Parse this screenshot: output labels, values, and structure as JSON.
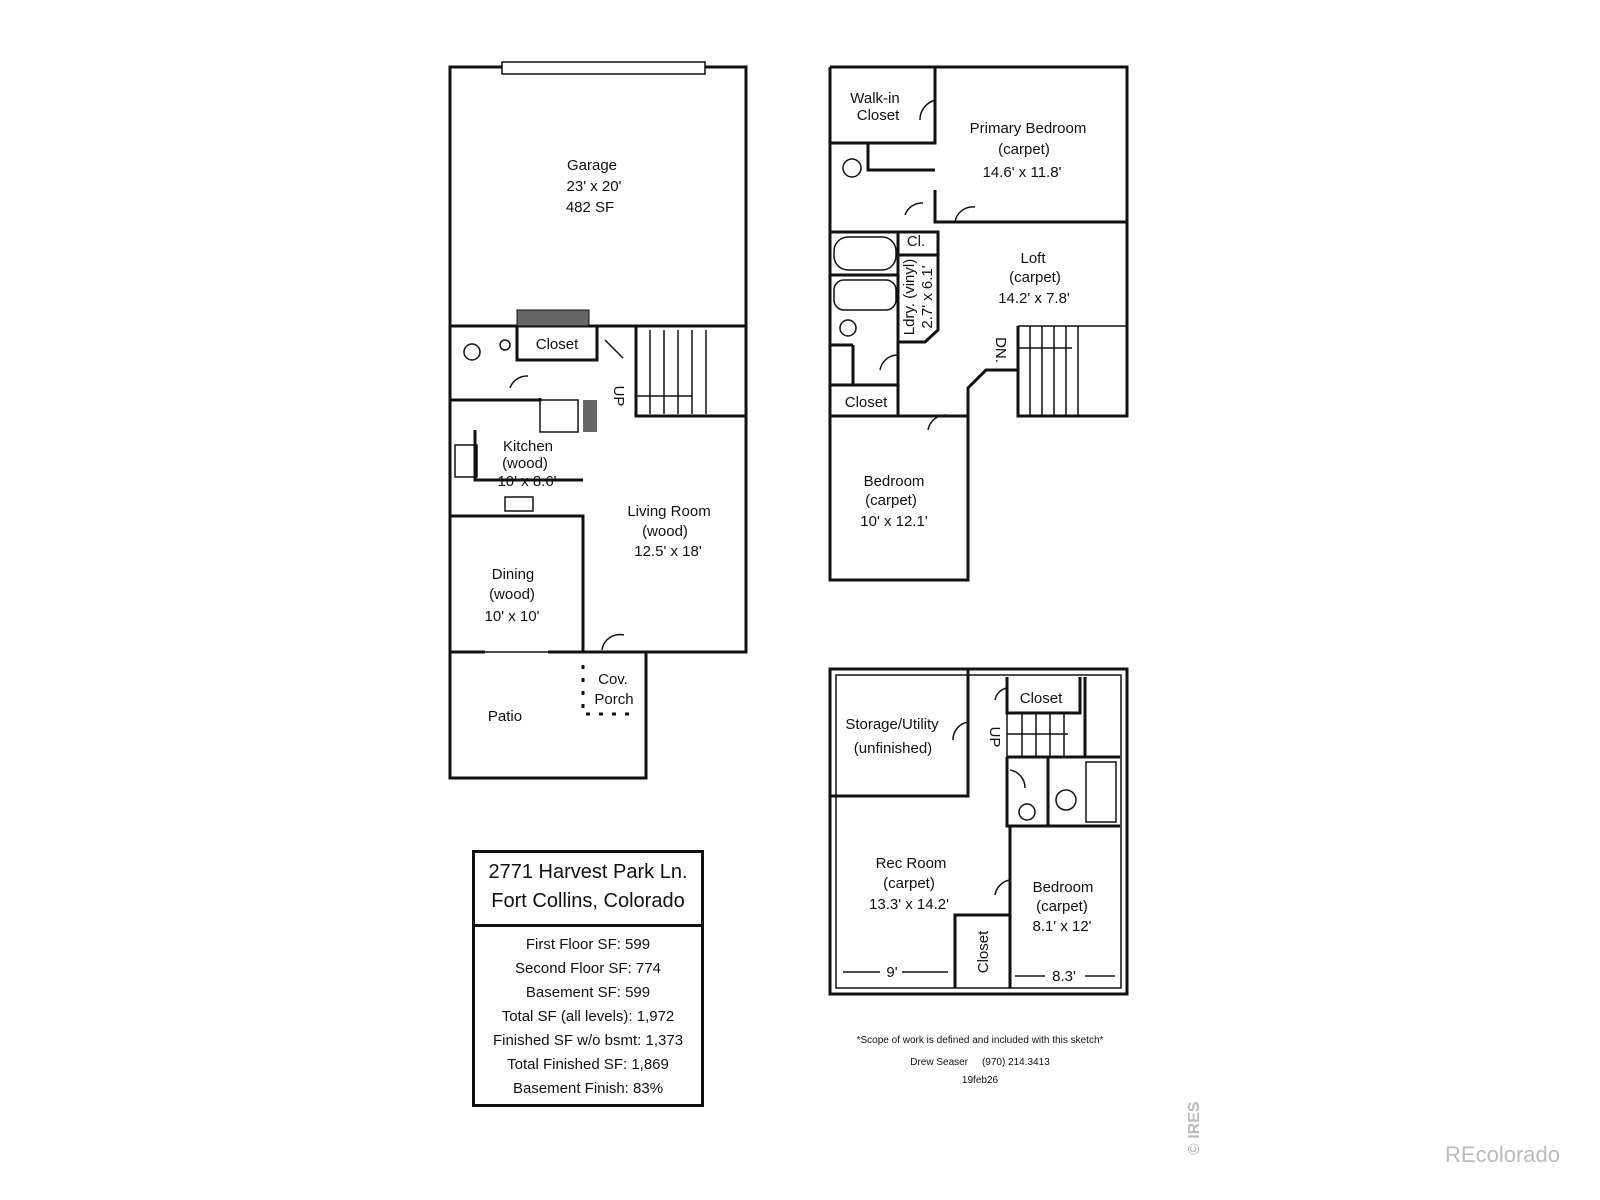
{
  "first_floor": {
    "garage": {
      "name": "Garage",
      "dims": "23' x 20'",
      "area": "482 SF"
    },
    "closet": "Closet",
    "kitchen": {
      "name": "Kitchen",
      "floor": "(wood)",
      "dims": "10' x 8.6'"
    },
    "living": {
      "name": "Living Room",
      "floor": "(wood)",
      "dims": "12.5' x 18'"
    },
    "dining": {
      "name": "Dining",
      "floor": "(wood)",
      "dims": "10' x 10'"
    },
    "porch": {
      "line1": "Cov.",
      "line2": "Porch"
    },
    "patio": "Patio",
    "stairs": "UP"
  },
  "second_floor": {
    "walkin": {
      "line1": "Walk-in",
      "line2": "Closet"
    },
    "primary": {
      "name": "Primary Bedroom",
      "floor": "(carpet)",
      "dims": "14.6' x 11.8'"
    },
    "cl": "Cl.",
    "laundry": {
      "name": "Ldry. (vinyl)",
      "dims": "2.7' x 6.1'"
    },
    "loft": {
      "name": "Loft",
      "floor": "(carpet)",
      "dims": "14.2' x 7.8'"
    },
    "stairs": "DN.",
    "closet": "Closet",
    "bedroom": {
      "name": "Bedroom",
      "floor": "(carpet)",
      "dims": "10' x 12.1'"
    }
  },
  "basement": {
    "storage": {
      "name": "Storage/Utility",
      "floor": "(unfinished)"
    },
    "closet": "Closet",
    "stairs": "UP",
    "rec": {
      "name": "Rec Room",
      "floor": "(carpet)",
      "dims": "13.3' x 14.2'"
    },
    "bedroom": {
      "name": "Bedroom",
      "floor": "(carpet)",
      "dims": "8.1' x 12'"
    },
    "closet2": "Closet",
    "dim_left": "9'",
    "dim_right": "8.3'"
  },
  "info": {
    "address1": "2771 Harvest Park Ln.",
    "address2": "Fort Collins, Colorado",
    "stats": [
      "First Floor SF: 599",
      "Second Floor SF: 774",
      "Basement SF: 599",
      "Total SF (all levels): 1,972",
      "Finished SF w/o bsmt: 1,373",
      "Total Finished SF: 1,869",
      "Basement Finish: 83%"
    ]
  },
  "footer": {
    "scope": "*Scope of work is defined and included with this sketch*",
    "author": "Drew Seaser",
    "phone": "(970) 214.3413",
    "date": "19feb26"
  },
  "watermark": {
    "ires": "© IRES",
    "brand": "REcolorado"
  }
}
